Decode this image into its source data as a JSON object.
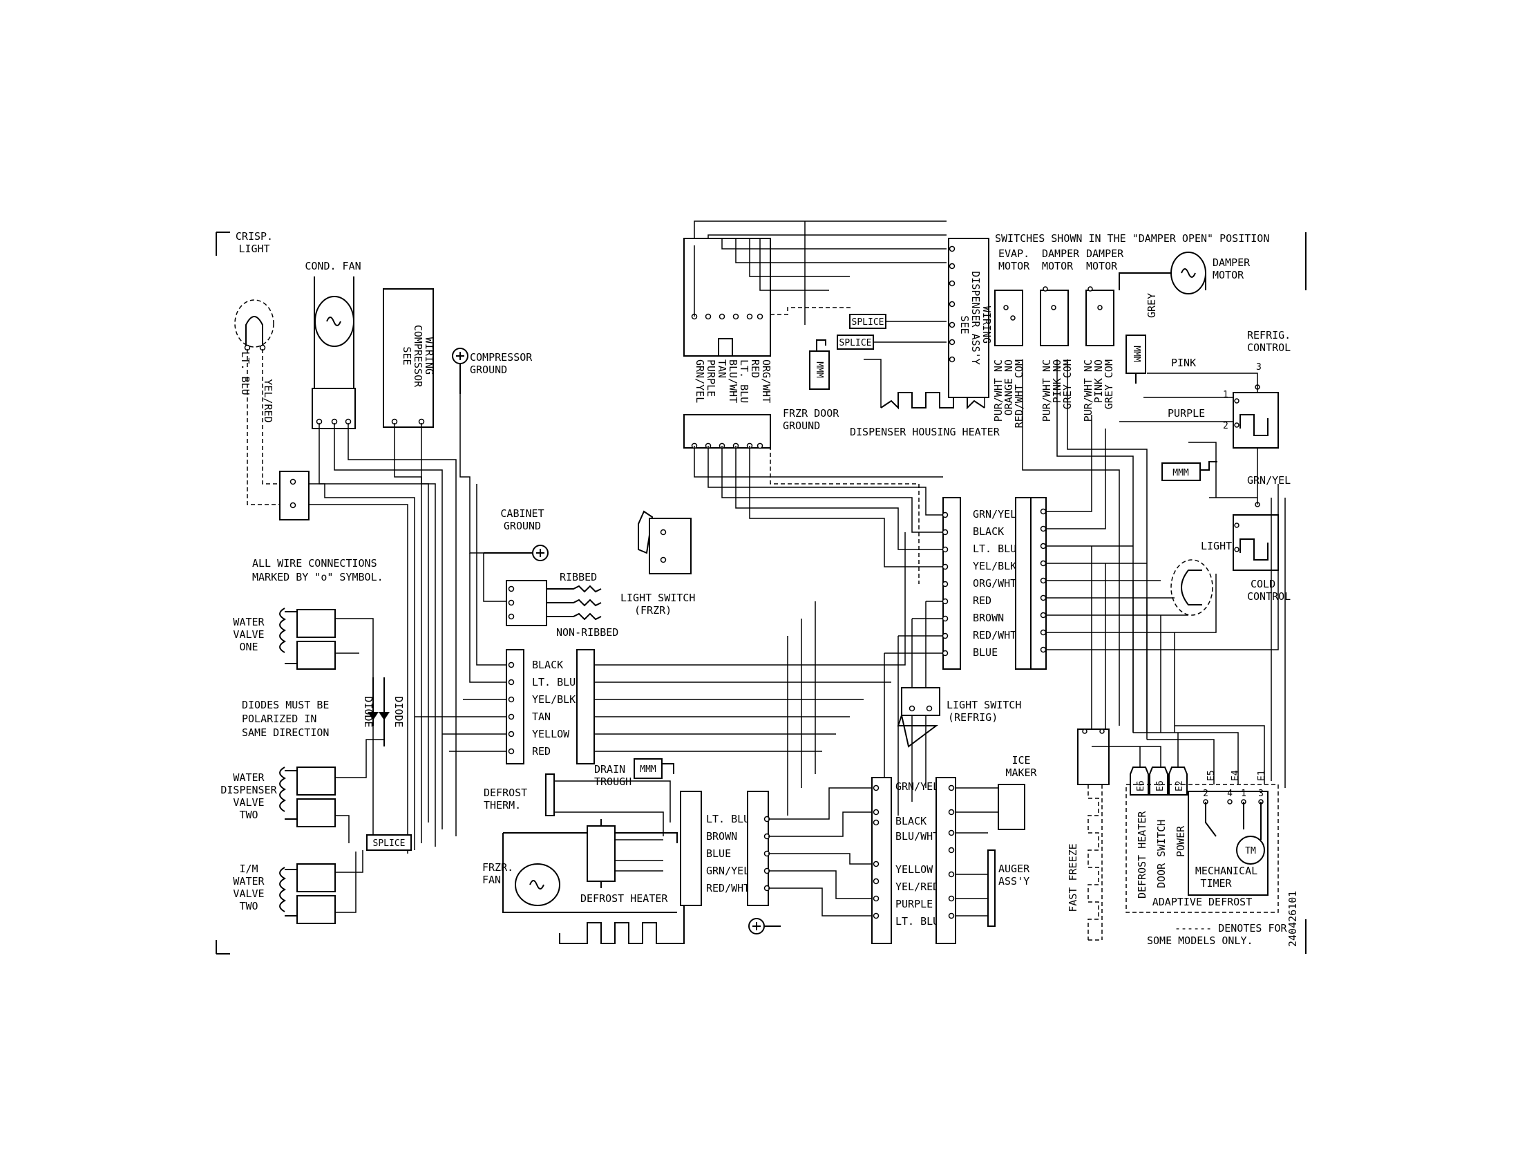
{
  "labels": {
    "crisp_light": [
      "CRISP.",
      "LIGHT"
    ],
    "cond_fan": "COND. FAN",
    "see_compressor_wiring": [
      "SEE",
      "COMPRESSOR",
      "WIRING"
    ],
    "compressor_ground": [
      "COMPRESSOR",
      "GROUND"
    ],
    "lt_blu": "LT. BLU",
    "yel_red": "YEL/RED",
    "cabinet_ground": [
      "CABINET",
      "GROUND"
    ],
    "all_wire_note": [
      "ALL WIRE CONNECTIONS",
      "MARKED BY \"o\" SYMBOL."
    ],
    "water_valve_one": [
      "WATER",
      "VALVE",
      "ONE"
    ],
    "diodes_note": [
      "DIODES MUST BE",
      "POLARIZED IN",
      "SAME DIRECTION"
    ],
    "diode": "DIODE",
    "water_dispenser_valve_two": [
      "WATER",
      "DISPENSER",
      "VALVE",
      "TWO"
    ],
    "im_water_valve_two": [
      "I/M",
      "WATER",
      "VALVE",
      "TWO"
    ],
    "splice": "SPLICE",
    "ribbed": "RIBBED",
    "non_ribbed": "NON-RIBBED",
    "light_switch_frzr": [
      "LIGHT SWITCH",
      "(FRZR)"
    ],
    "left_block_wires": [
      "BLACK",
      "LT. BLU",
      "YEL/BLK",
      "TAN",
      "YELLOW",
      "RED"
    ],
    "drain_trough": [
      "DRAIN",
      "TROUGH"
    ],
    "defrost_therm": [
      "DEFROST",
      "THERM."
    ],
    "frzr_fan": [
      "FRZR.",
      "FAN"
    ],
    "defrost_heater": "DEFROST HEATER",
    "fan_block_wires": [
      "LT. BLU",
      "BROWN",
      "BLUE",
      "GRN/YEL",
      "RED/WHT"
    ],
    "top_block_wires": [
      "GRN/YEL",
      "PURPLE",
      "TAN",
      "BLU/WHT",
      "LT. BLU",
      "RED",
      "ORG/WHT"
    ],
    "frzr_door_ground": [
      "FRZR DOOR",
      "GROUND"
    ],
    "dispenser_housing_heater": "DISPENSER HOUSING HEATER",
    "see_dispenser_wiring": [
      "SEE",
      "DISPENSER ASS'Y",
      "WIRING"
    ],
    "mid_block_wires": [
      "GRN/YEL",
      "BLACK",
      "LT. BLU",
      "YEL/BLK",
      "ORG/WHT",
      "RED",
      "BROWN",
      "RED/WHT",
      "BLUE"
    ],
    "light_switch_refrig": [
      "LIGHT SWITCH",
      "(REFRIG)"
    ],
    "ice_block_wires": [
      "GRN/YEL",
      "BLACK",
      "BLU/WHT",
      "YELLOW",
      "YEL/RED",
      "PURPLE",
      "LT. BLU"
    ],
    "ice_maker": [
      "ICE",
      "MAKER"
    ],
    "auger_assy": [
      "AUGER",
      "ASS'Y"
    ],
    "damper_note": "SWITCHES SHOWN IN THE \"DAMPER OPEN\" POSITION",
    "evap_motor": [
      "EVAP.",
      "MOTOR"
    ],
    "damper_motor": [
      "DAMPER",
      "MOTOR"
    ],
    "damper_motor_2": [
      "DAMPER",
      "MOTOR"
    ],
    "damper_motor_right": [
      "DAMPER",
      "MOTOR"
    ],
    "grey": "GREY",
    "damper_wires_1": [
      "PUR/WHT NC",
      "ORANGE NO",
      "RED/WHT COM"
    ],
    "damper_wires_2": [
      "PUR/WHT NC",
      "PINK NO",
      "GREY COM"
    ],
    "damper_wires_3": [
      "PUR/WHT NC",
      "PINK NO",
      "GREY COM"
    ],
    "pink": "PINK",
    "purple": "PURPLE",
    "refrig_control": [
      "REFRIG.",
      "CONTROL"
    ],
    "grn_yel": "GRN/YEL",
    "light": "LIGHT",
    "cold_control": [
      "COLD",
      "CONTROL"
    ],
    "fast_freeze": "FAST FREEZE",
    "timer_wires": [
      "DEFROST HEATER",
      "DOOR SWITCH",
      "POWER"
    ],
    "timer_terms": [
      "E6",
      "E6",
      "E2",
      "E5",
      "E4",
      "E1"
    ],
    "mechanical_timer": [
      "MECHANICAL",
      "TIMER"
    ],
    "tm": "TM",
    "adaptive_defrost": "ADAPTIVE DEFROST",
    "denotes_note": [
      "------ DENOTES FOR",
      "SOME MODELS ONLY."
    ],
    "part_number": "240426101",
    "mmm": "MMM",
    "terminal_numbers": [
      "1",
      "2",
      "3"
    ],
    "timer_numbers": [
      "2",
      "4",
      "1",
      "3"
    ]
  }
}
